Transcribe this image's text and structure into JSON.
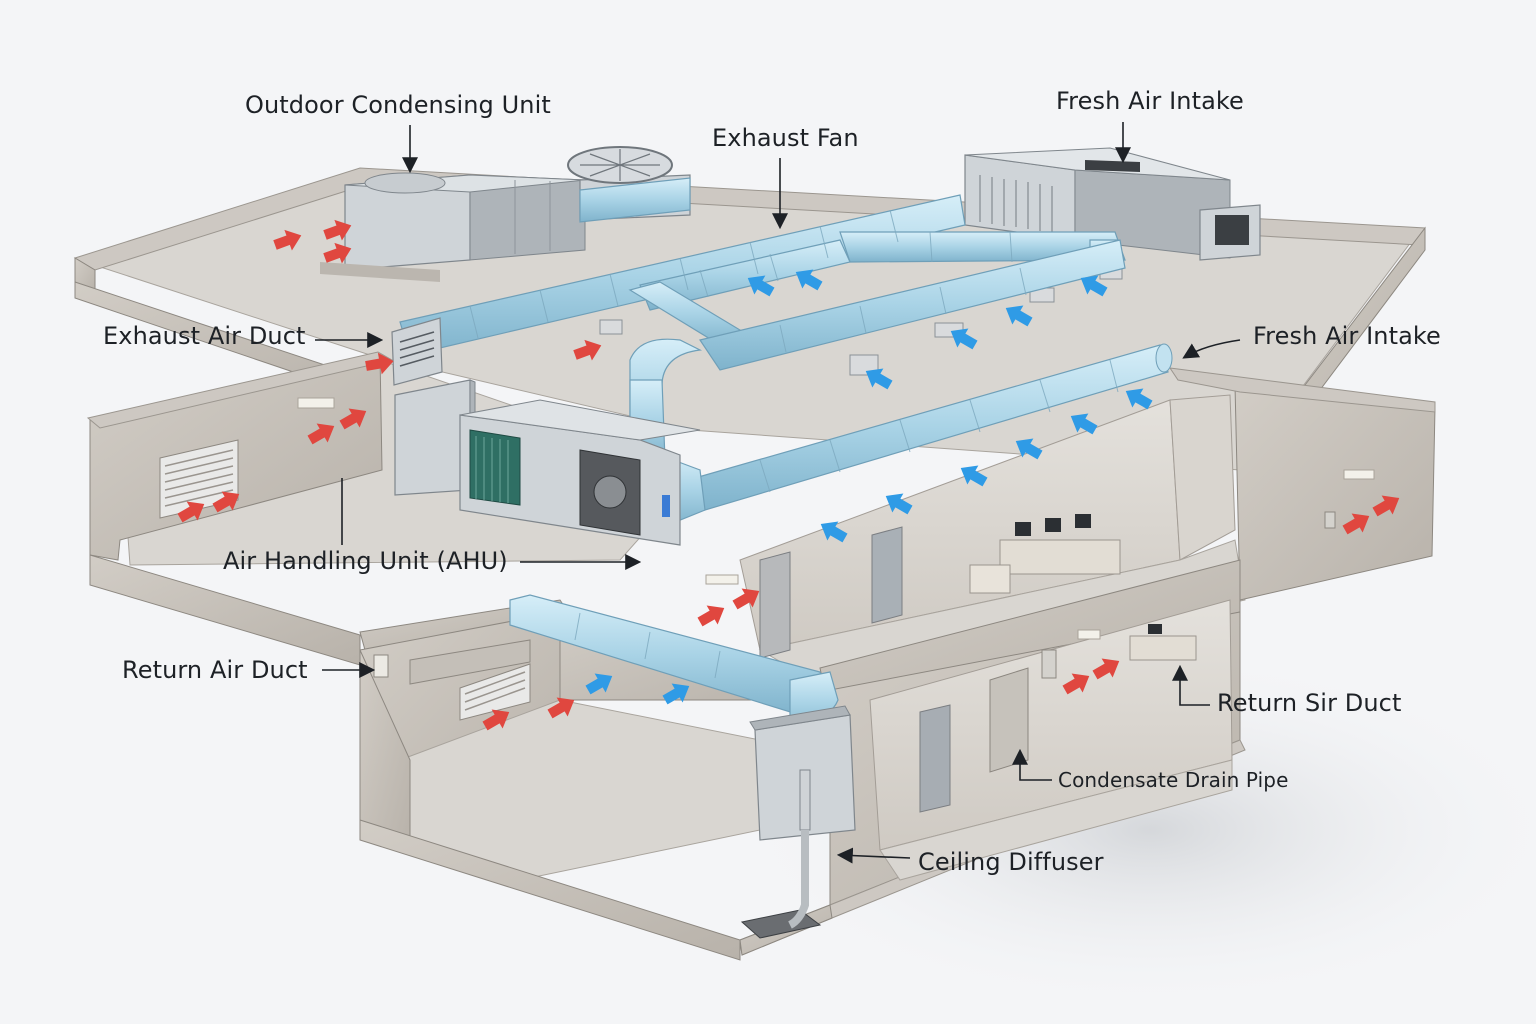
{
  "labels": {
    "outdoor_condensing_unit": "Outdoor Condensing Unit",
    "exhaust_fan": "Exhaust Fan",
    "fresh_air_intake_top": "Fresh Air Intake",
    "exhaust_air_duct": "Exhaust Air Duct",
    "fresh_air_intake_right": "Fresh Air Intake",
    "air_handling_unit": "Air Handling Unit (AHU)",
    "return_air_duct": "Return Air Duct",
    "return_sir_duct": "Return Sir Duct",
    "condensate_drain_pipe": "Condensate Drain Pipe",
    "ceiling_diffuser": "Ceiling Diffuser"
  },
  "colors": {
    "duct": "#a9d3e6",
    "supply_arrow": "#2f9be6",
    "return_arrow": "#e0473f",
    "concrete": "#cbc6bf",
    "background": "#f4f5f7"
  },
  "icons": {
    "supply_arrow": "blue-supply-air-arrow",
    "return_arrow": "red-return-air-arrow"
  }
}
